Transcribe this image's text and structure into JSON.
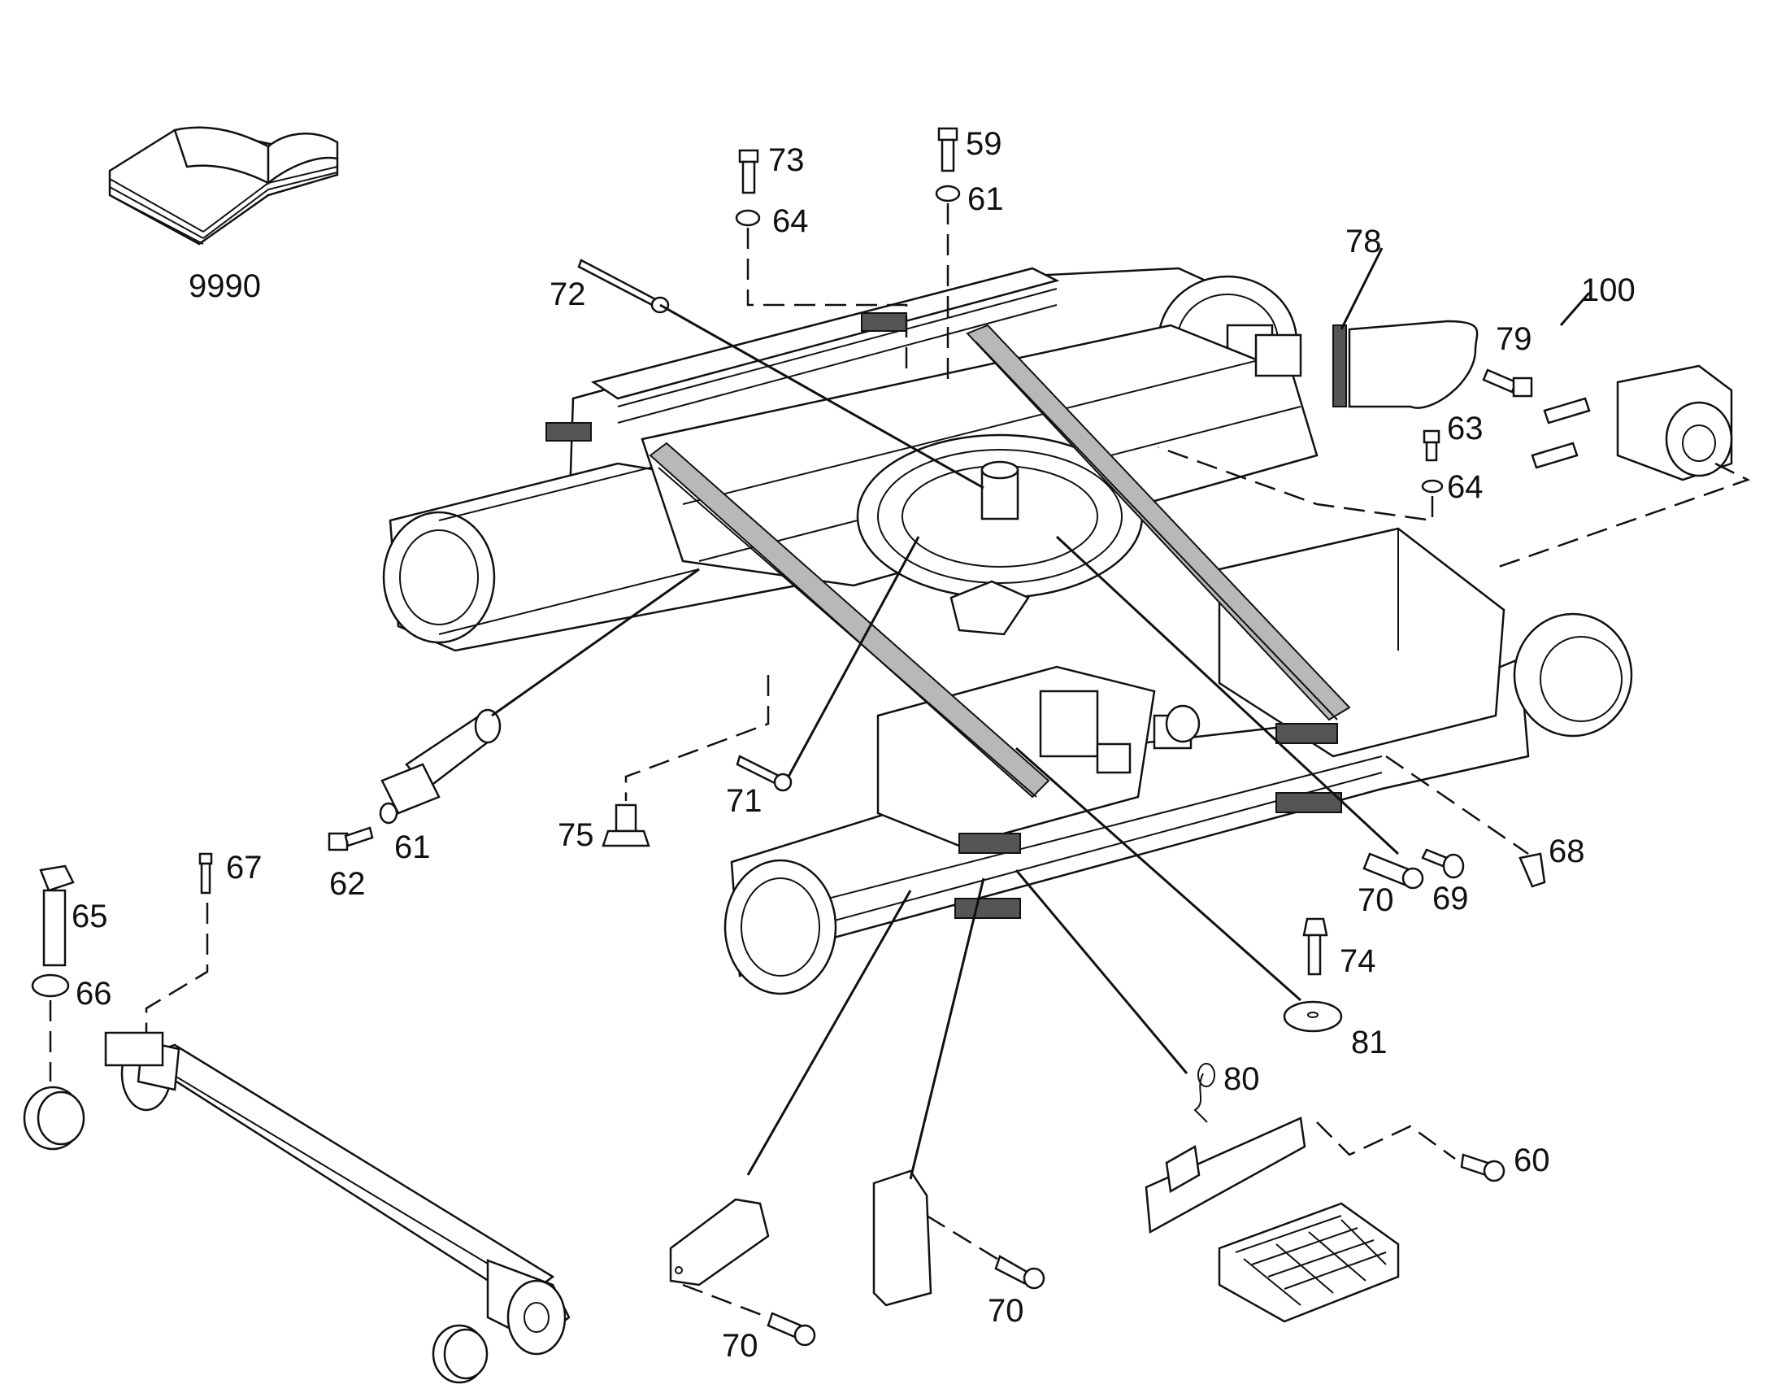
{
  "colors": {
    "ink": "#111111",
    "paper": "#ffffff",
    "shade": "#b8b8b8"
  },
  "callouts": {
    "c9990": "9990",
    "c73": "73",
    "c64a": "64",
    "c59": "59",
    "c61a": "61",
    "c72": "72",
    "c78": "78",
    "c100": "100",
    "c79": "79",
    "c63": "63",
    "c64b": "64",
    "c61b": "61",
    "c62": "62",
    "c75": "75",
    "c71": "71",
    "c67": "67",
    "c65": "65",
    "c66": "66",
    "c68": "68",
    "c70a": "70",
    "c69": "69",
    "c74": "74",
    "c81": "81",
    "c80": "80",
    "c60": "60",
    "c70b": "70",
    "c70c": "70"
  }
}
